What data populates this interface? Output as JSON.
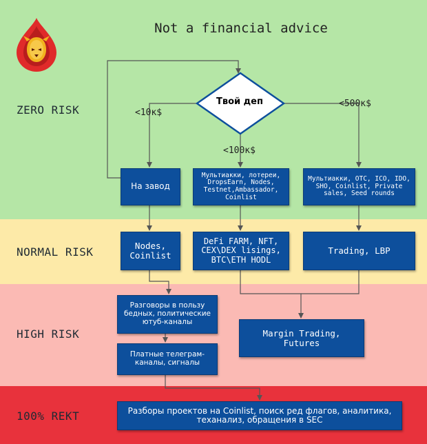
{
  "title": "Not a financial advice",
  "colors": {
    "zero": "#b5e6a6",
    "normal": "#fdeaa8",
    "high": "#fbbab4",
    "rekt": "#e8323c",
    "node": "#0d4f9c",
    "line": "#555555"
  },
  "bands": {
    "zero": "ZERO RISK",
    "normal": "NORMAL RISK",
    "high": "HIGH RISK",
    "rekt": "100% REKT"
  },
  "decision": "Твой деп",
  "edges": {
    "low": "<10к$",
    "mid": "<100к$",
    "high": "<500к$"
  },
  "nodes": {
    "zavod": "На завод",
    "multi_small": "Мультиакки, лотереи, DropsEarn, Nodes, Testnet,Ambassador, Coinlist",
    "multi_big": "Мультиакки, OTC, ICO, IDO, SHO, Coinlist, Private sales, Seed rounds",
    "nodes_coinlist": "Nodes,\nCoinlist",
    "defi": "DeFi FARM, NFT,\nCEX\\DEX lisings,\nBTC\\ETH HODL",
    "trading": "Trading, LBP",
    "talks": "Разговоры в пользу бедных, политические ютуб-каналы",
    "margin": "Margin Trading, Futures",
    "paid": "Платные телеграм-каналы, сигналы",
    "rekt": "Разборы проектов на Coinlist, поиск ред флагов, аналитика, теханализ, обращения в SEC"
  }
}
